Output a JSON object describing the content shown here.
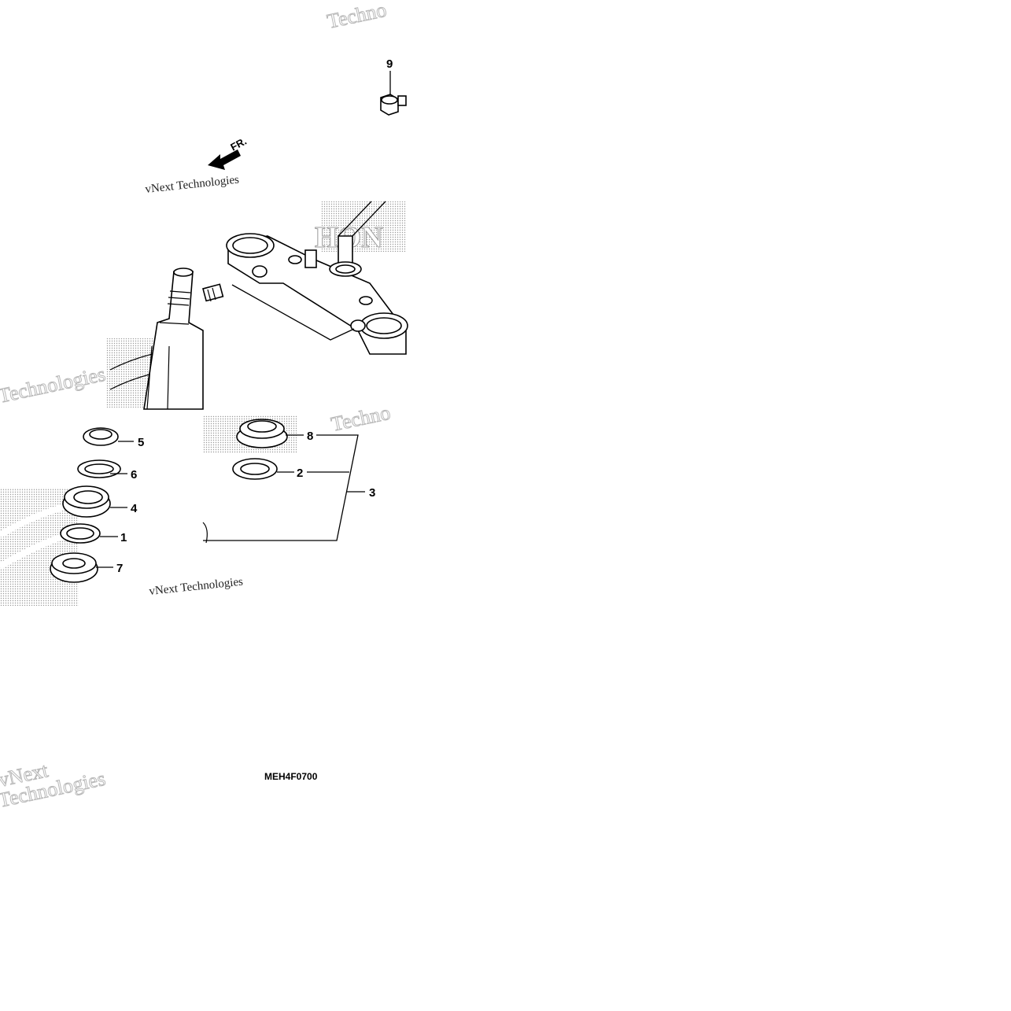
{
  "diagram": {
    "drawing_code": "MEH4F0700",
    "front_arrow_label": "FR.",
    "watermark_text": [
      "Techno",
      "vNext Technologies",
      "Technologies",
      "vNext",
      "Technologies"
    ],
    "callouts": [
      {
        "id": "9",
        "label": "9"
      },
      {
        "id": "8",
        "label": "8"
      },
      {
        "id": "2",
        "label": "2"
      },
      {
        "id": "3",
        "label": "3"
      },
      {
        "id": "5",
        "label": "5"
      },
      {
        "id": "6",
        "label": "6"
      },
      {
        "id": "4",
        "label": "4"
      },
      {
        "id": "1",
        "label": "1"
      },
      {
        "id": "7",
        "label": "7"
      }
    ]
  }
}
